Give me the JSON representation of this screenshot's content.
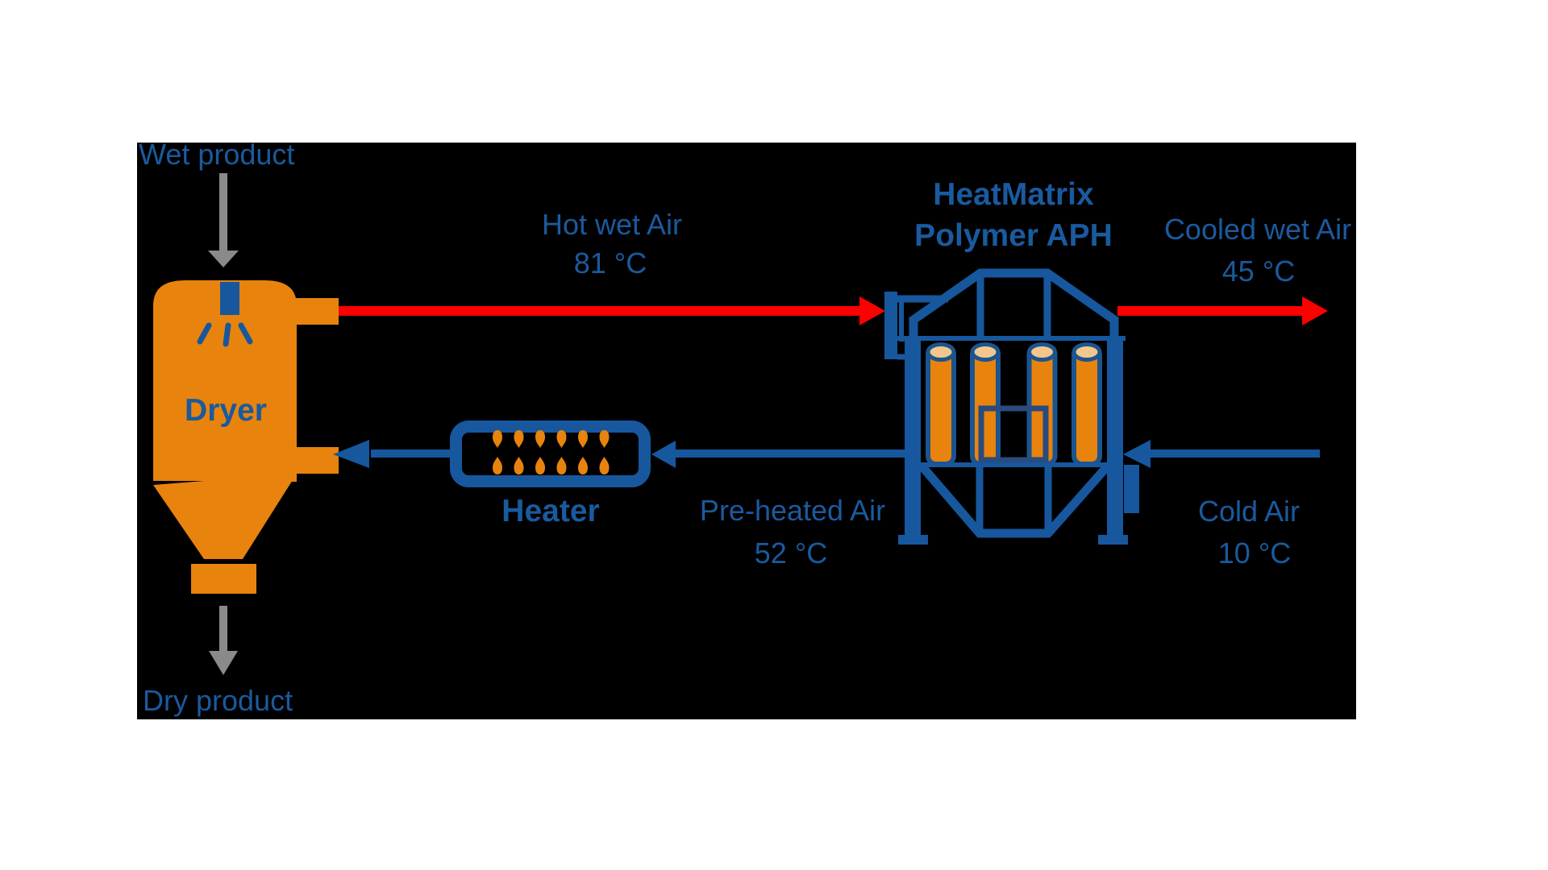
{
  "diagram": {
    "unit_title": {
      "line1": "HeatMatrix",
      "line2": "Polymer APH"
    },
    "equipment": {
      "dryer_label": "Dryer",
      "heater_label": "Heater"
    },
    "streams": {
      "wet_product": {
        "label": "Wet product"
      },
      "dry_product": {
        "label": "Dry product"
      },
      "hot_wet_air": {
        "label": "Hot wet Air",
        "temp": "81 °C"
      },
      "cooled_wet_air": {
        "label": "Cooled wet Air",
        "temp": "45 °C"
      },
      "pre_heated_air": {
        "label": "Pre-heated Air",
        "temp": "52 °C"
      },
      "cold_air": {
        "label": "Cold Air",
        "temp": "10 °C"
      }
    },
    "colors": {
      "background": "#FFFFFF",
      "canvas": "#000000",
      "equipment_orange": "#E8830D",
      "line_blue": "#17579E",
      "tube_outline_navy": "#1B548F",
      "door_navy": "#2B4A7D",
      "tube_top_tan": "#F2C78D",
      "hot_stream_red": "#FF0000",
      "product_gray": "#8A8A8A",
      "label_blue": "#1A5A9E"
    }
  }
}
